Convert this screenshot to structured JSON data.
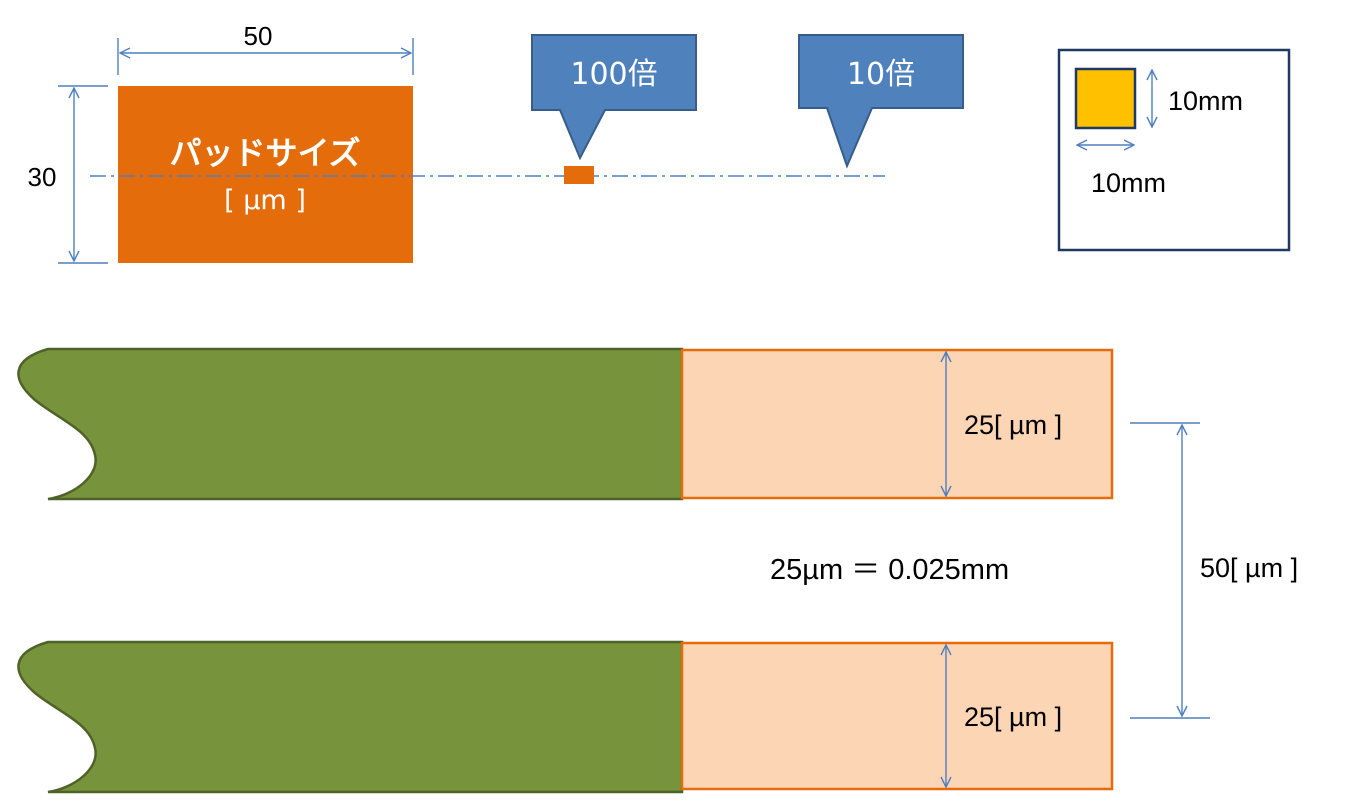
{
  "pad": {
    "title": "パッドサイズ",
    "unit": "[ µm ]",
    "width_label": "50",
    "height_label": "30"
  },
  "callouts": [
    {
      "label": "100倍"
    },
    {
      "label": "10倍"
    }
  ],
  "reference_box": {
    "height_label": "10mm",
    "width_label": "10mm"
  },
  "traces": {
    "top_height_label": "25[ µm ]",
    "bottom_height_label": "25[ µm ]",
    "pitch_label": "50[ µm ]",
    "conversion_note": "25µm ＝ 0.025mm"
  },
  "colors": {
    "pad_orange": "#e46c0a",
    "callout_blue": "#4f81bd",
    "callout_border": "#385d8a",
    "trace_green": "#77933c",
    "trace_green_border": "#4f6228",
    "pad_light_fill": "#fcd5b5",
    "pad_light_border": "#e46c0a",
    "ref_square_fill": "#ffc000",
    "ref_frame_border": "#1f3864",
    "dimension_line": "#4f7fbf"
  }
}
